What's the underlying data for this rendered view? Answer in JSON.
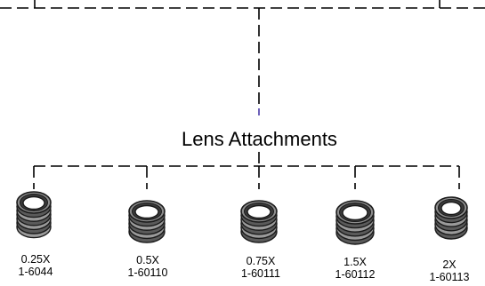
{
  "heading": "Lens Attachments",
  "lenses": [
    {
      "magnification": "0.25X",
      "part_number": "1-6044"
    },
    {
      "magnification": "0.5X",
      "part_number": "1-60110"
    },
    {
      "magnification": "0.75X",
      "part_number": "1-60111"
    },
    {
      "magnification": "1.5X",
      "part_number": "1-60112"
    },
    {
      "magnification": "2X",
      "part_number": "1-60113"
    }
  ]
}
